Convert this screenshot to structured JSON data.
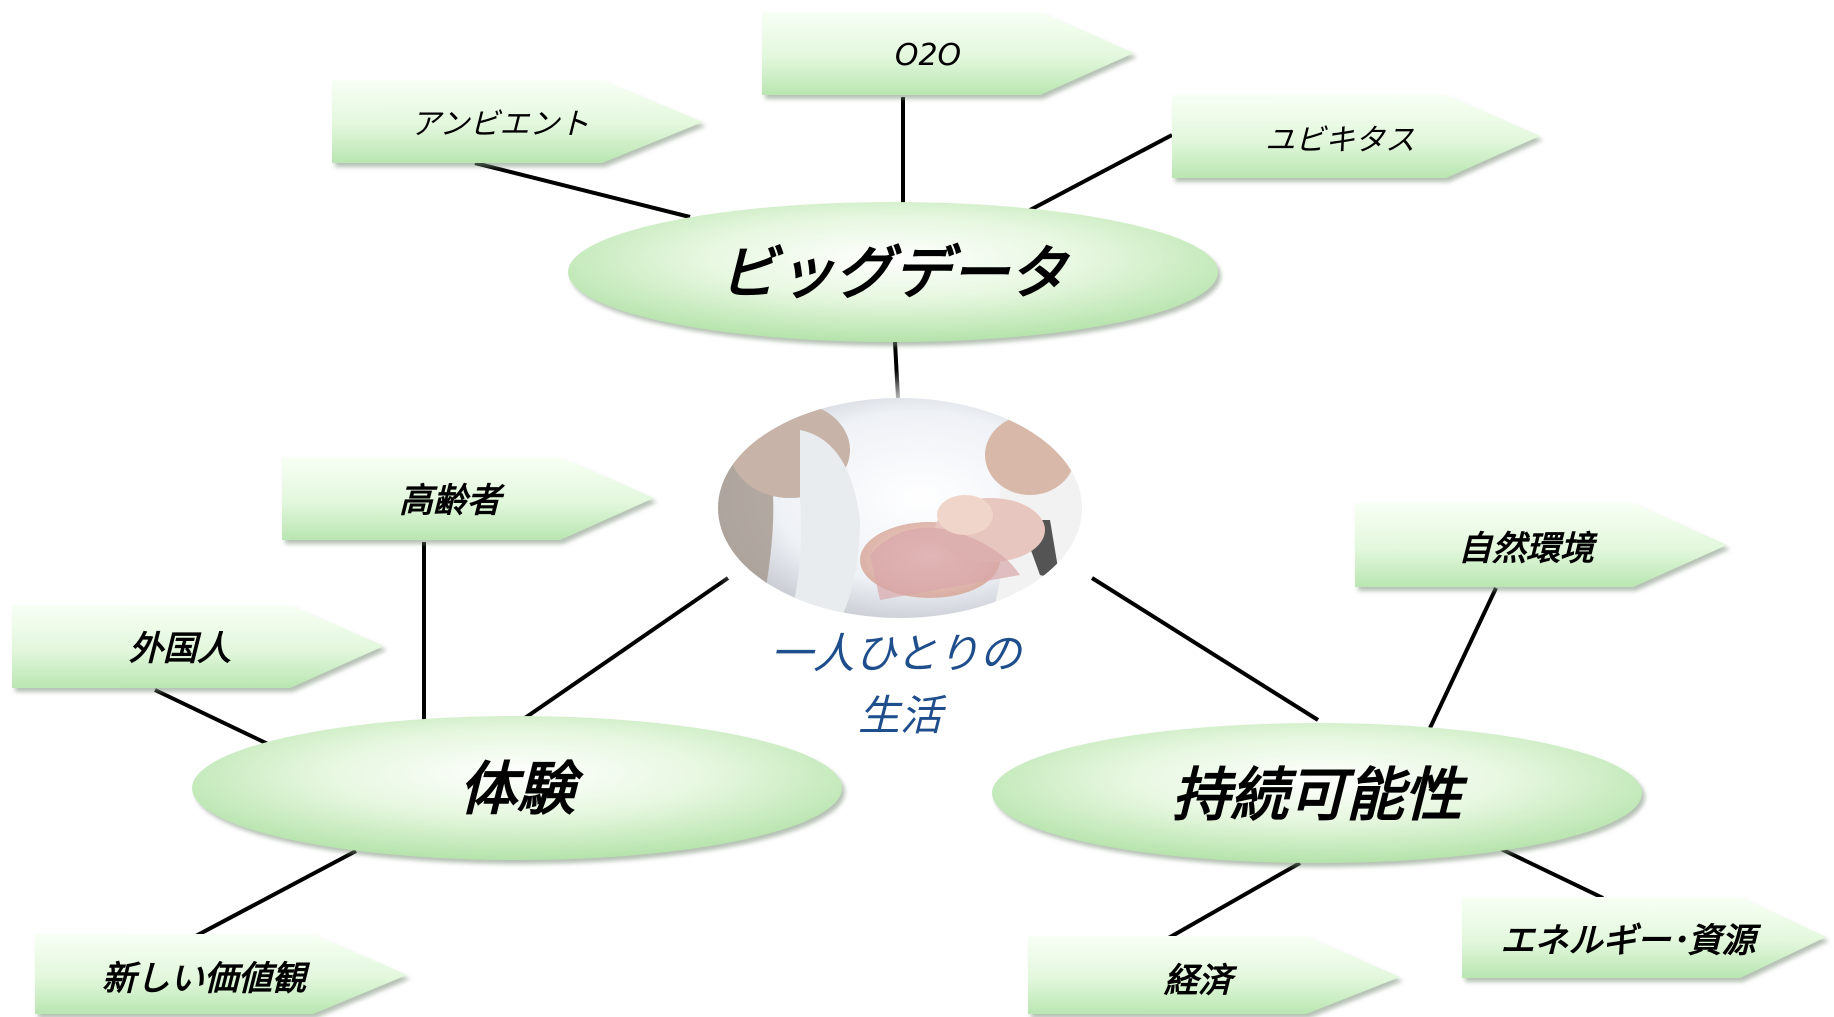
{
  "center": {
    "caption_line1": "一人ひとりの",
    "caption_line2": "生活",
    "caption_color": "#1f4e8c",
    "photo": "photo of adults tending to a newborn baby"
  },
  "hubs": {
    "bigdata": {
      "label": "ビッグデータ"
    },
    "experience": {
      "label": "体験"
    },
    "sustainability": {
      "label": "持続可能性"
    }
  },
  "tags": {
    "ambient": "アンビエント",
    "o2o": "O2O",
    "ubiquitous": "ユビキタス",
    "elderly": "高齢者",
    "foreigner": "外国人",
    "new_values": "新しい価値観",
    "nature": "自然環境",
    "energy": "エネルギー･資源",
    "economy": "経済"
  },
  "colors": {
    "shape_fill_light": "#f6fff2",
    "shape_fill_dark": "#b4e6ad",
    "connector": "#000000",
    "caption_text": "#1f4e8c"
  }
}
